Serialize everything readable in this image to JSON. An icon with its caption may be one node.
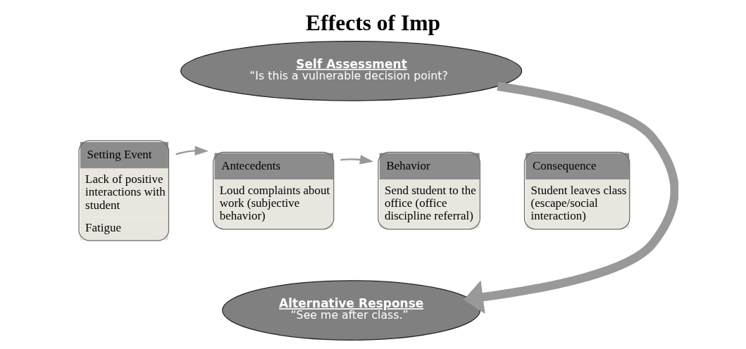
{
  "diagram": {
    "title": "Effects of Imp",
    "nodes": [
      {
        "text": [
          "Setting Event",
          "Lack of positive interactions with student",
          "Fatigue"
        ]
      },
      {
        "text": [
          "Antecedents",
          "Loud complaints about work (subjective behavior)"
        ]
      },
      {
        "text": [
          "Behavior",
          "Send student to the office (office discipline referral)"
        ]
      },
      {
        "text": [
          "Consequence",
          "Student leaves class (escape/social interaction)"
        ]
      },
      {
        "text": [
          "Self Assessment",
          "“Is this a vulnerable decision point?"
        ]
      },
      {
        "text": [
          "Alternative Response",
          "“See me after class.”"
        ]
      }
    ],
    "edges": [
      {
        "from": 0,
        "to": 1,
        "arrow": "to"
      },
      {
        "from": 1,
        "to": 2,
        "arrow": "to"
      },
      {
        "from": 4,
        "to": 5,
        "arrow": "to",
        "style": "thick"
      }
    ]
  }
}
